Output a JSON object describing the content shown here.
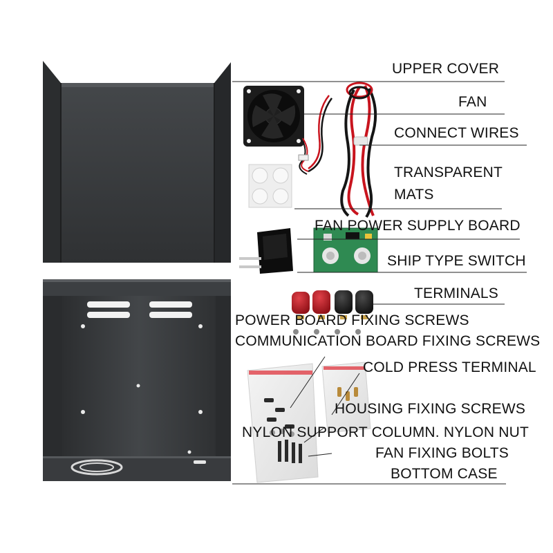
{
  "labels": {
    "upper_cover": "UPPER COVER",
    "fan": "FAN",
    "connect_wires": "CONNECT WIRES",
    "transparent_mats_line1": "TRANSPARENT",
    "transparent_mats_line2": "MATS",
    "fan_power_supply_board": "FAN POWER SUPPLY BOARD",
    "ship_type_switch": "SHIP TYPE SWITCH",
    "terminals": "TERMINALS",
    "power_board_fixing_screws": "POWER BOARD FIXING SCREWS",
    "communication_board_fixing_screws": "COMMUNICATION BOARD FIXING SCREWS",
    "cold_press_terminal": "COLD PRESS TERMINAL",
    "housing_fixing_screws": "HOUSING FIXING SCREWS",
    "nylon_support_column": "NYLON SUPPORT COLUMN. NYLON NUT",
    "fan_fixing_bolts": "FAN FIXING BOLTS",
    "bottom_case": "BOTTOM CASE"
  },
  "colors": {
    "case_metal": "#3a3c3e",
    "case_shadow": "#2a2b2d",
    "wire_red": "#c8141e",
    "wire_black": "#151515",
    "pcb_green": "#2f8a52",
    "terminal_red": "#b3141c",
    "terminal_black": "#141414"
  }
}
